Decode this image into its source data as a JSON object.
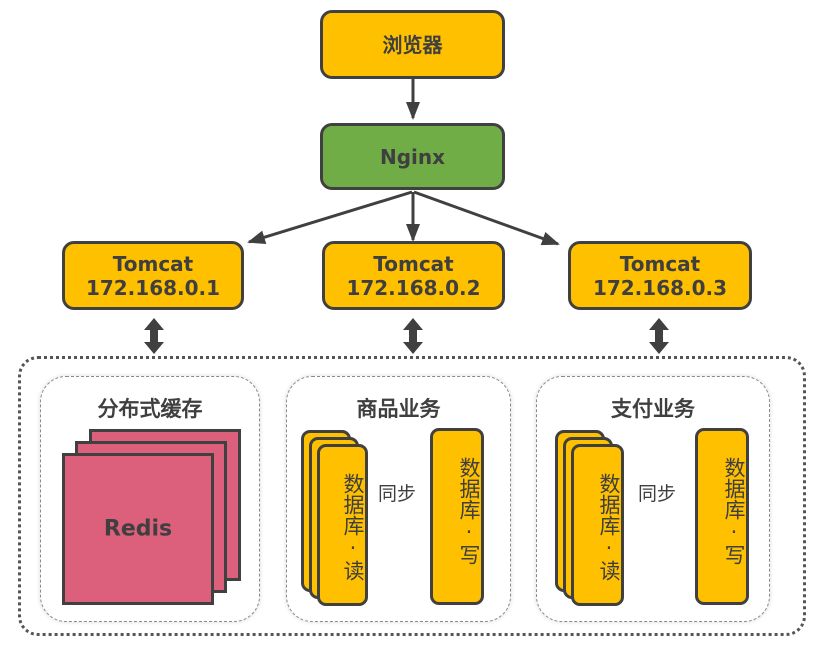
{
  "diagram": {
    "browser": {
      "label": "浏览器"
    },
    "nginx": {
      "label": "Nginx"
    },
    "tomcats": [
      {
        "title": "Tomcat",
        "ip": "172.168.0.1"
      },
      {
        "title": "Tomcat",
        "ip": "172.168.0.2"
      },
      {
        "title": "Tomcat",
        "ip": "172.168.0.3"
      }
    ],
    "panels": {
      "cache": {
        "title": "分布式缓存",
        "node_label": "Redis"
      },
      "goods": {
        "title": "商品业务",
        "read_db": "数据库·读",
        "write_db": "数据库·写",
        "sync_label": "同步"
      },
      "payment": {
        "title": "支付业务",
        "read_db": "数据库·读",
        "write_db": "数据库·写",
        "sync_label": "同步"
      }
    }
  },
  "colors": {
    "node_yellow": "#ffc000",
    "node_green": "#70ad47",
    "redis_pink": "#dc5f7c",
    "stroke": "#404040"
  }
}
